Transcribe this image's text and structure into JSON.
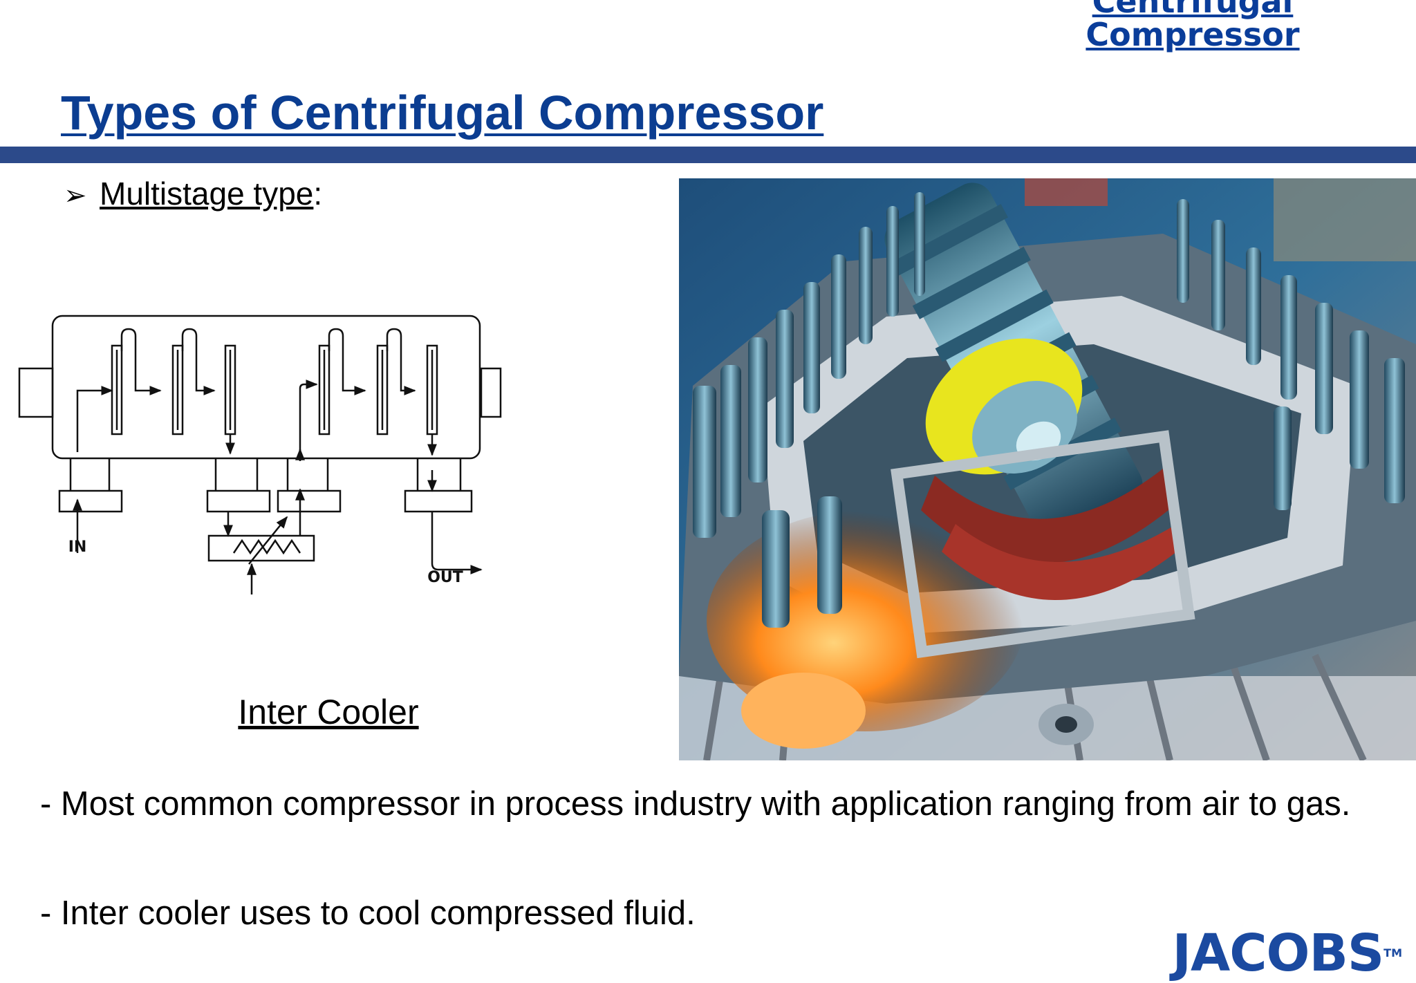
{
  "header": {
    "top_link": "Centrifugal Compressor",
    "title": "Types of Centrifugal Compressor"
  },
  "bullet": {
    "icon": "arrow-bullet-icon",
    "label": "Multistage type",
    "suffix": ":"
  },
  "diagram": {
    "in_label": "IN",
    "out_label": "OUT",
    "cooler_label": "Inter Cooler"
  },
  "body": {
    "p1": "- Most common compressor in process industry with application ranging from air to gas.",
    "p2": "- Inter cooler uses to cool compressed fluid."
  },
  "logo": {
    "text": "JACOBS",
    "tm": "TM"
  },
  "colors": {
    "title": "#0b3d91",
    "title_bar": "#2c4a8a",
    "logo": "#1b4aa0"
  }
}
